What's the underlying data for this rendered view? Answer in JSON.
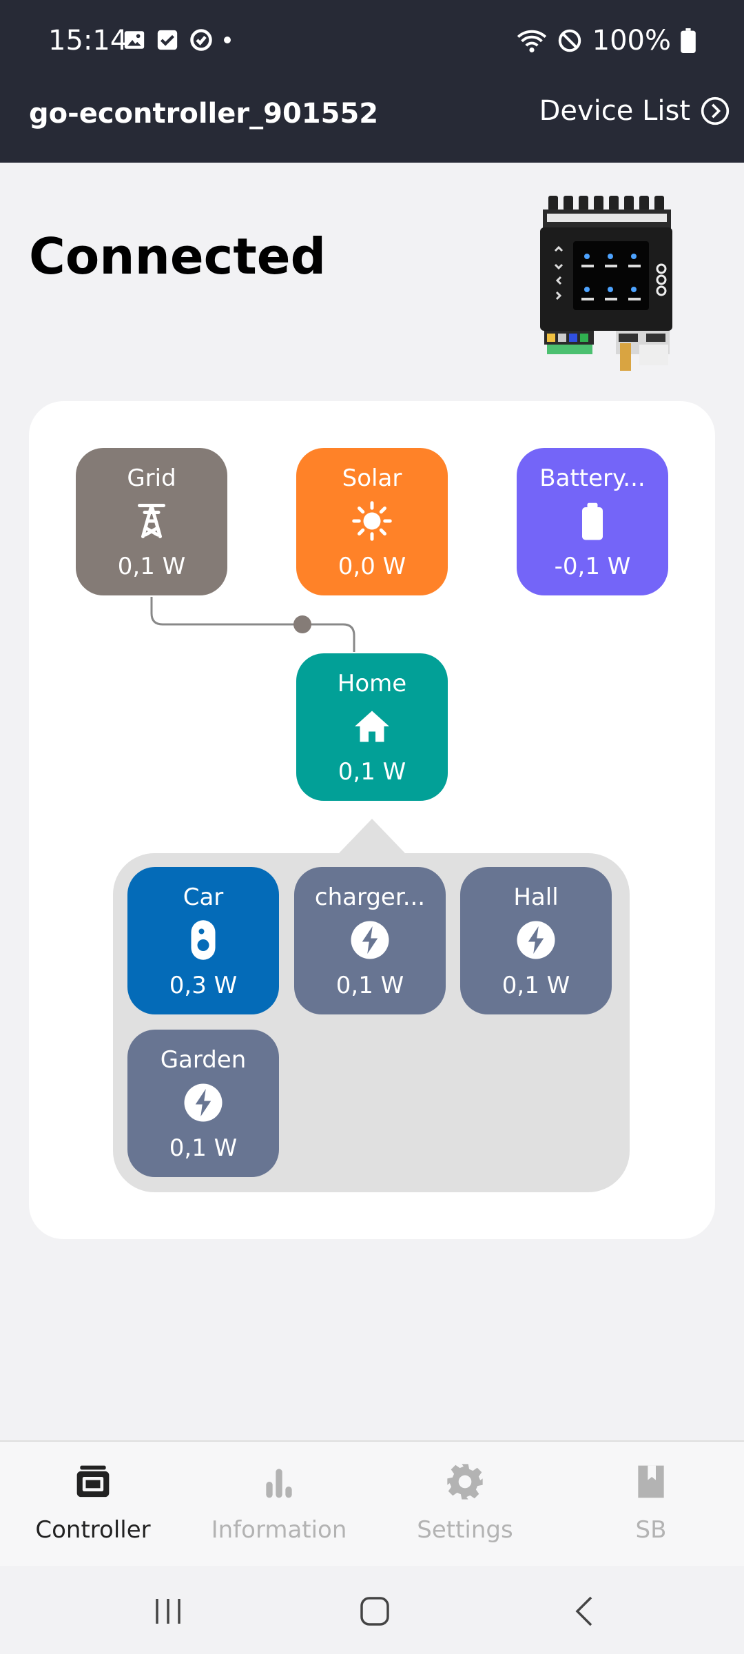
{
  "status_bar": {
    "time": "15:14",
    "battery": "100%"
  },
  "app_bar": {
    "title": "go-econtroller_901552",
    "device_list": "Device List"
  },
  "connection": {
    "status": "Connected"
  },
  "colors": {
    "grid": "#847b76",
    "solar": "#ff8228",
    "battery": "#7465f8",
    "home": "#02a097",
    "car": "#046bb8",
    "consumer": "#687592",
    "nav_active": "#222222",
    "nav_inactive": "#b3b3b3"
  },
  "flow": {
    "grid": {
      "label": "Grid",
      "value": "0,1 W",
      "icon": "power-pylon-icon"
    },
    "solar": {
      "label": "Solar",
      "value": "0,0 W",
      "icon": "sun-icon"
    },
    "battery": {
      "label": "Battery...",
      "value": "-0,1 W",
      "icon": "battery-icon"
    },
    "home": {
      "label": "Home",
      "value": "0,1 W",
      "icon": "home-icon"
    }
  },
  "consumers": [
    {
      "label": "Car",
      "value": "0,3 W",
      "icon": "car-charger-icon"
    },
    {
      "label": "charger...",
      "value": "0,1 W",
      "icon": "lightning-icon"
    },
    {
      "label": "Hall",
      "value": "0,1 W",
      "icon": "lightning-icon"
    },
    {
      "label": "Garden",
      "value": "0,1 W",
      "icon": "lightning-icon"
    }
  ],
  "bottom_nav": [
    {
      "label": "Controller",
      "icon": "controller-icon",
      "active": true
    },
    {
      "label": "Information",
      "icon": "bar-chart-icon",
      "active": false
    },
    {
      "label": "Settings",
      "icon": "gear-icon",
      "active": false
    },
    {
      "label": "SB",
      "icon": "bookmark-icon",
      "active": false
    }
  ]
}
